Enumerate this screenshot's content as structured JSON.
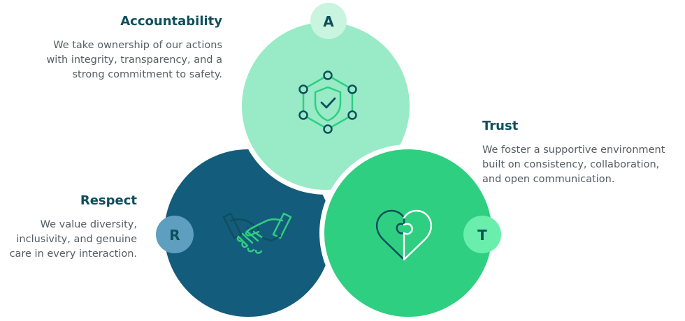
{
  "values": [
    {
      "letter": "A",
      "title": "Accountability",
      "description_lines": [
        "We take ownership of our actions",
        "with integrity, transparency, and a",
        "strong commitment to safety."
      ],
      "icon": "shield-check-network-icon",
      "circle_color": "#98ebc6",
      "badge_color": "#c9f4e0"
    },
    {
      "letter": "T",
      "title": "Trust",
      "description_lines": [
        "We foster a supportive environment",
        "built on consistency, collaboration,",
        "and open communication."
      ],
      "icon": "heart-puzzle-icon",
      "circle_color": "#2ecf80",
      "badge_color": "#6aeeab"
    },
    {
      "letter": "R",
      "title": "Respect",
      "description_lines": [
        "We value diversity,",
        "inclusivity, and genuine",
        "care in every interaction."
      ],
      "icon": "handshake-icon",
      "circle_color": "#145c7c",
      "badge_color": "#5e9fbf"
    }
  ],
  "colors": {
    "title": "#0e4f5c",
    "text": "#555d63",
    "icon_stroke": "#0e4f5c",
    "icon_accent": "#2ecf80"
  }
}
